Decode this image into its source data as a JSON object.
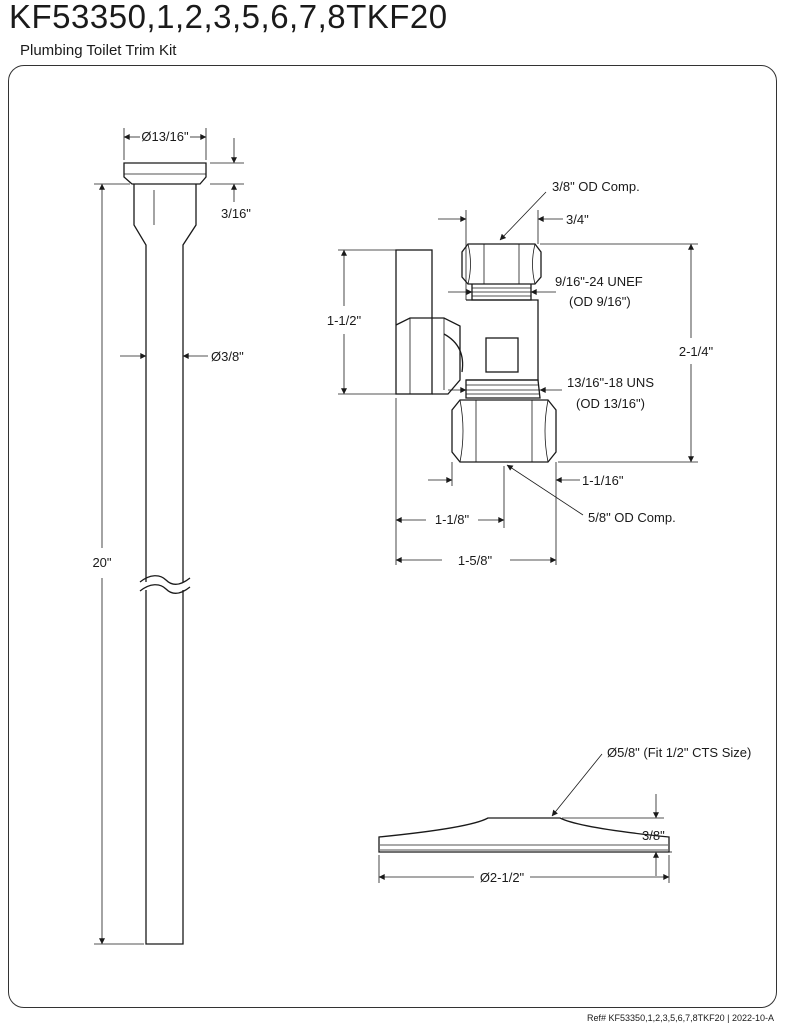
{
  "header": {
    "title": "KF53350,1,2,3,5,6,7,8TKF20",
    "subtitle": "Plumbing Toilet Trim Kit"
  },
  "tube": {
    "flange_diameter": "Ø13/16\"",
    "flange_height": "3/16\"",
    "tube_diameter": "Ø3/8\"",
    "length": "20\""
  },
  "valve": {
    "outlet_comp": "3/8\" OD Comp.",
    "outlet_offset": "3/4\"",
    "outlet_thread": "9/16\"-24 UNEF",
    "outlet_thread_od": "(OD 9/16\")",
    "handle_height": "1-1/2\"",
    "overall_height": "2-1/4\"",
    "inlet_thread": "13/16\"-18 UNS",
    "inlet_thread_od": "(OD 13/16\")",
    "inlet_offset": "1-1/16\"",
    "handle_offset": "1-1/8\"",
    "inlet_comp": "5/8\" OD Comp.",
    "overall_width": "1-5/8\""
  },
  "escutcheon": {
    "bore": "Ø5/8\" (Fit 1/2\" CTS Size)",
    "height": "3/8\"",
    "diameter": "Ø2-1/2\""
  },
  "footer": {
    "ref": "Ref# KF53350,1,2,3,5,6,7,8TKF20 | 2022-10-A"
  }
}
